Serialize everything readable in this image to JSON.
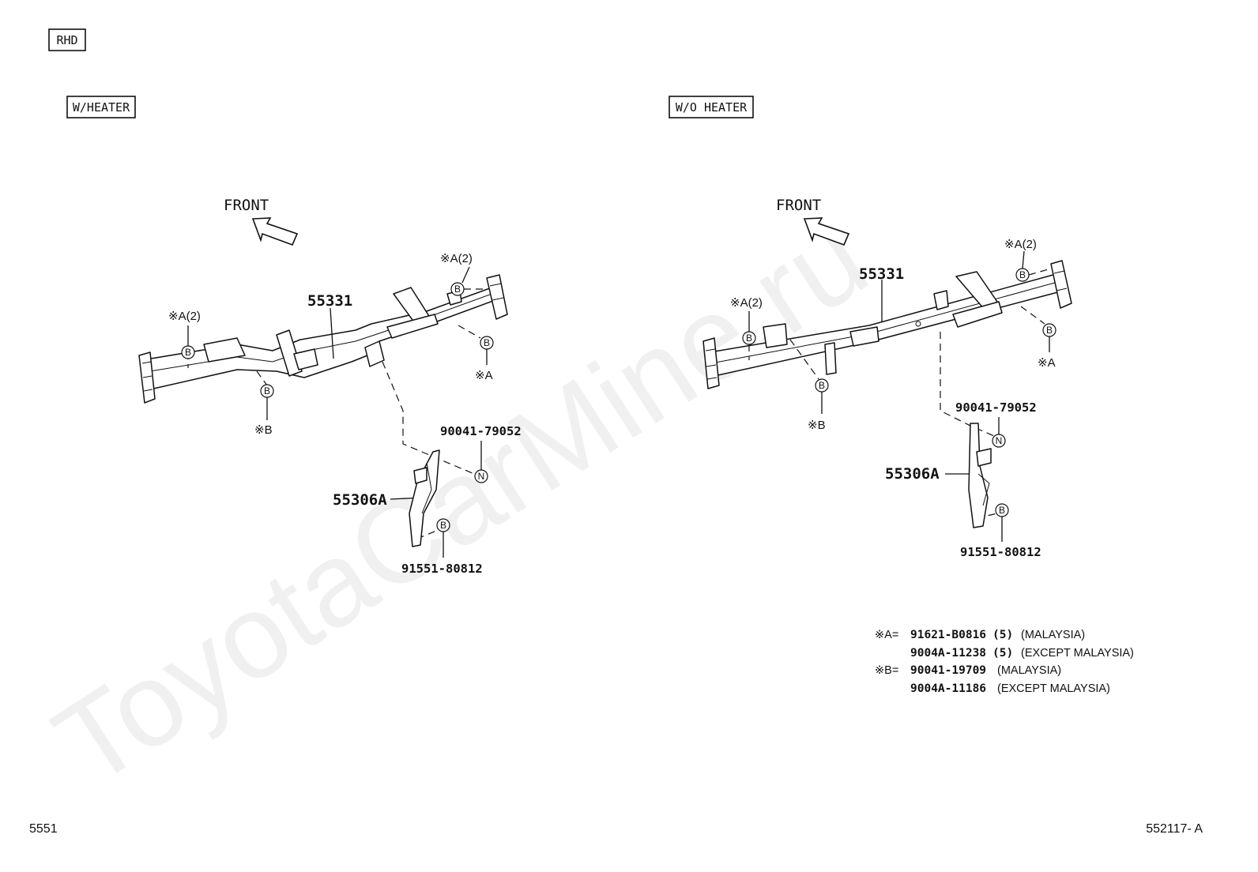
{
  "tags": {
    "drive": "RHD",
    "left_variant": "W/HEATER",
    "right_variant": "W/O HEATER"
  },
  "direction_label": "FRONT",
  "left_panel": {
    "tube_part": "55331",
    "brace_part": "55306A",
    "nut_part": "90041-79052",
    "bolt_part": "91551-80812",
    "refs": {
      "a2_top": "※A(2)",
      "a2_left": "※A(2)",
      "a_right": "※A",
      "b_bottom": "※B"
    }
  },
  "right_panel": {
    "tube_part": "55331",
    "brace_part": "55306A",
    "nut_part": "90041-79052",
    "bolt_part": "91551-80812",
    "refs": {
      "a2_top": "※A(2)",
      "a2_left": "※A(2)",
      "a_right": "※A",
      "b_bottom": "※B"
    }
  },
  "fastener_symbols": {
    "bolt": "B",
    "nut": "N"
  },
  "legend": {
    "a_prefix": "※A=",
    "a_line1_part": "91621-B0816",
    "a_line1_qty": "(5)",
    "a_line1_note": "(MALAYSIA)",
    "a_line2_part": "9004A-11238",
    "a_line2_qty": "(5)",
    "a_line2_note": "(EXCEPT MALAYSIA)",
    "b_prefix": "※B=",
    "b_line1_part": "90041-19709",
    "b_line1_note": "(MALAYSIA)",
    "b_line2_part": "9004A-11186",
    "b_line2_note": "(EXCEPT MALAYSIA)"
  },
  "watermark": "ToyotaCarMine.ru",
  "footer": {
    "page_code": "5551",
    "figure_code": "552117- A"
  }
}
